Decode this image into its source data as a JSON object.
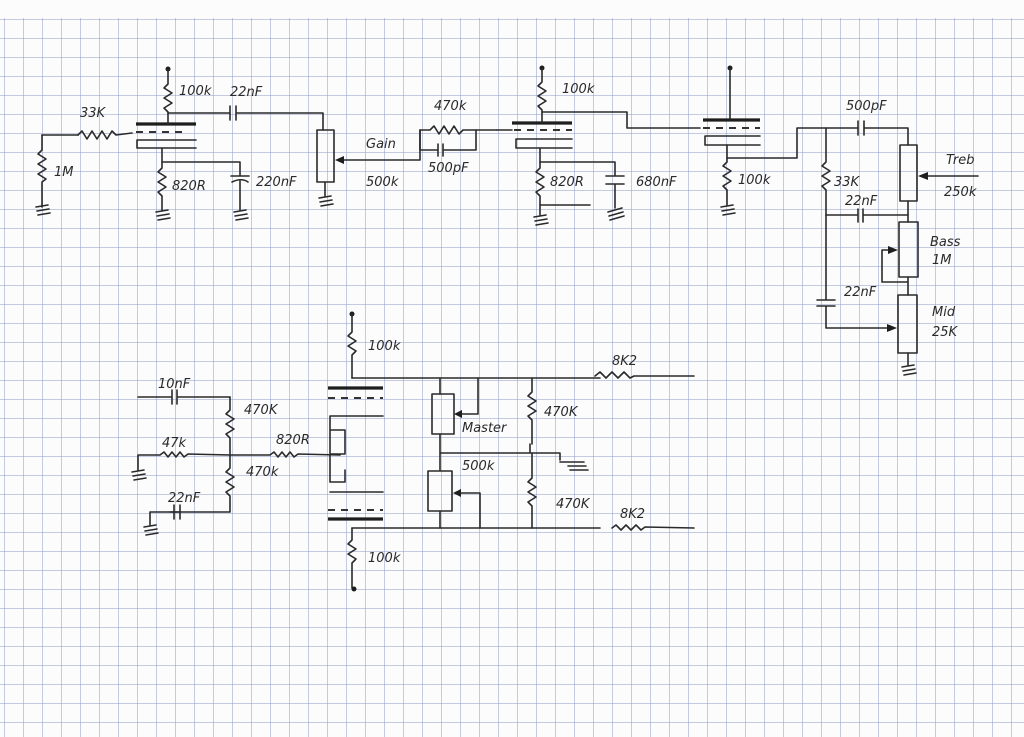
{
  "document": {
    "type": "hand-drawn schematic on graph paper",
    "stages": {
      "input_stage": {
        "input_resistor": "1M",
        "grid_resistor": "33K",
        "plate_resistor": "100k",
        "coupling_cap": "22nF",
        "cathode_resistor": "820R",
        "cathode_cap": "220nF"
      },
      "gain_stage": {
        "pot_name": "Gain",
        "pot_value": "500k",
        "series_resistor": "470k",
        "bypass_cap": "500pF"
      },
      "second_stage": {
        "plate_resistor": "100k",
        "cathode_resistor": "820R",
        "cathode_cap": "680nF"
      },
      "cathode_follower": {
        "cathode_resistor": "100k"
      },
      "tone_stack": {
        "treble_cap": "500pF",
        "slope_resistor": "33K",
        "bass_cap": "22nF",
        "mid_cap": "22nF",
        "treble_label": "Treb",
        "treble_value": "250k",
        "bass_label": "Bass",
        "bass_value": "1M",
        "mid_label": "Mid",
        "mid_value": "25K"
      },
      "phase_inverter": {
        "input_cap": "10nF",
        "feedback_resistor": "47k",
        "bias_resistor_top": "470K",
        "bias_resistor_bottom": "470k",
        "grid_resistor": "820R",
        "tail_cap": "22nF",
        "plate_resistor_top": "100k",
        "plate_resistor_bottom": "100k",
        "master_label": "Master",
        "master_value": "500k",
        "output_resistor_top": "470K",
        "output_resistor_bottom": "470K",
        "grid_stopper_top": "8K2",
        "grid_stopper_bottom": "8K2"
      }
    }
  }
}
